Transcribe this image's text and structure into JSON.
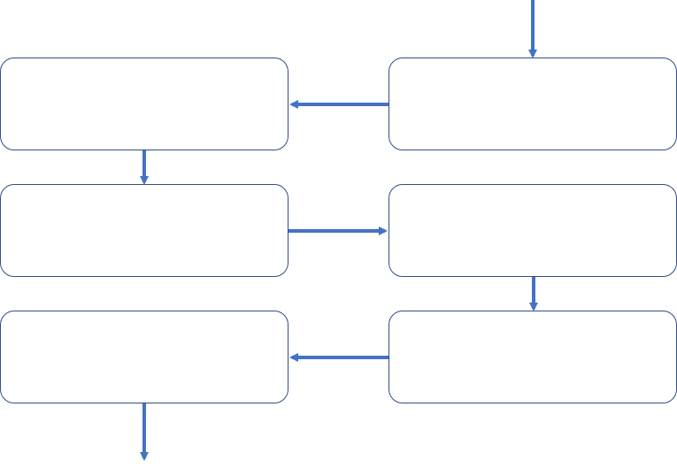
{
  "diagram": {
    "type": "flowchart",
    "colors": {
      "arrow": "#4472c4",
      "box_border": "#2f4f86",
      "box_fill": "#ffffff",
      "background": "#ffffff"
    },
    "nodes": [
      {
        "id": "box-1",
        "label": ""
      },
      {
        "id": "box-2",
        "label": ""
      },
      {
        "id": "box-3",
        "label": ""
      },
      {
        "id": "box-4",
        "label": ""
      },
      {
        "id": "box-5",
        "label": ""
      },
      {
        "id": "box-6",
        "label": ""
      }
    ],
    "edges": [
      {
        "from": "start",
        "to": "box-1"
      },
      {
        "from": "box-1",
        "to": "box-2"
      },
      {
        "from": "box-2",
        "to": "box-3"
      },
      {
        "from": "box-3",
        "to": "box-4"
      },
      {
        "from": "box-4",
        "to": "box-5"
      },
      {
        "from": "box-5",
        "to": "box-6"
      },
      {
        "from": "box-6",
        "to": "end"
      }
    ]
  }
}
